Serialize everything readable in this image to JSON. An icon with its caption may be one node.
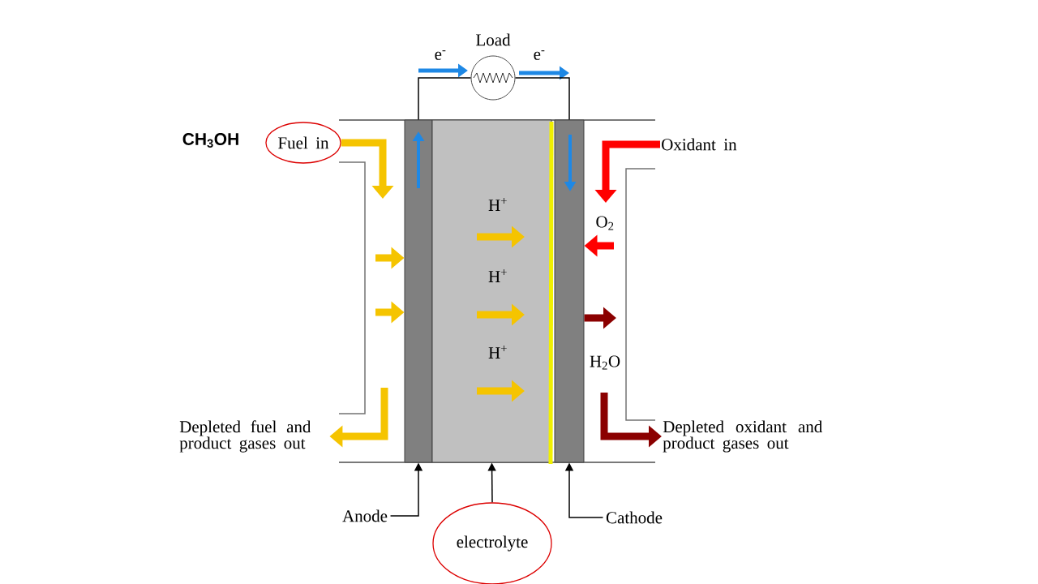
{
  "diagram": {
    "nodes": [
      {
        "text": [],
        "shape": "box"
      },
      {
        "text": [],
        "shape": "box"
      },
      {
        "text": [],
        "shape": "box"
      },
      {
        "text": [
          "Load"
        ]
      },
      {
        "text": [
          "Anode"
        ]
      },
      {
        "text": [
          "electrolyte"
        ]
      },
      {
        "text": [
          "Cathode"
        ]
      },
      {
        "text": [
          "Fuel in"
        ]
      },
      {
        "text": [
          "Oxidant in"
        ]
      },
      {
        "text": [
          "Depleted fuel and product gases out"
        ]
      },
      {
        "text": [
          "Depleted oxidant and product gases out"
        ]
      }
    ],
    "edges": [
      {
        "from": 0,
        "to": 3,
        "arrow": "none"
      },
      {
        "from": 3,
        "to": 2,
        "arrow": "none"
      },
      {
        "from": 4,
        "to": 0,
        "arrow": "to"
      },
      {
        "from": 5,
        "to": 1,
        "arrow": "to"
      },
      {
        "from": 6,
        "to": 2,
        "arrow": "to"
      },
      {
        "from": 7,
        "to": null,
        "arrow": "to",
        "color": "#f5c400"
      },
      {
        "from": null,
        "to": 0,
        "arrow": "to",
        "color": "#f5c400"
      },
      {
        "from": null,
        "to": 0,
        "arrow": "to",
        "color": "#f5c400"
      },
      {
        "from": null,
        "to": 9,
        "arrow": "to",
        "color": "#f5c400"
      },
      {
        "from": 8,
        "to": null,
        "arrow": "to",
        "color": "#ff0000"
      },
      {
        "from": null,
        "to": 2,
        "arrow": "to",
        "color": "#ff0000"
      },
      {
        "from": 2,
        "to": null,
        "arrow": "to",
        "color": "#8b0000"
      },
      {
        "from": null,
        "to": 10,
        "arrow": "to",
        "color": "#8b0000"
      }
    ],
    "labels": [
      "e$^{-}$",
      "e$^{-}$",
      "CH$_{3}$OH",
      "H$^{+}$",
      "O$_{2}$",
      "H$^{+}$",
      "H$^{+}$",
      "H$_{2}$O"
    ]
  }
}
